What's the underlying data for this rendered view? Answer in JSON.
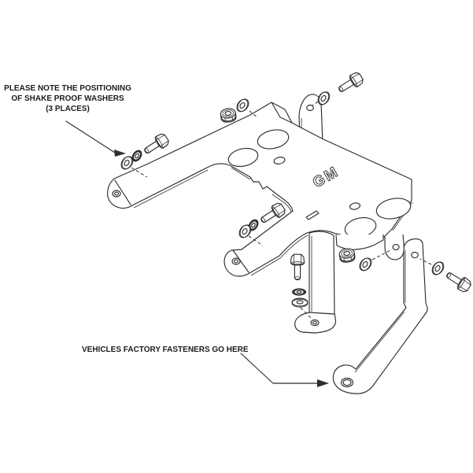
{
  "annotations": {
    "note_washers": {
      "line1": "PLEASE NOTE THE POSITIONING",
      "line2": "OF SHAKE PROOF WASHERS",
      "line3": "(3 PLACES)"
    },
    "note_fasteners": {
      "text": "VEHICLES FACTORY FASTENERS GO HERE"
    }
  },
  "diagram": {
    "logo_text": "GM",
    "line_color": "#2e2e2e",
    "background": "#ffffff",
    "components": [
      "mounting-bracket-plate",
      "left-arm-upper-with-cap",
      "left-arm-lower-with-cap",
      "center-leg-with-foot",
      "right-wall-tab",
      "right-strap-diagonal-brace-foot",
      "top-upright-tab"
    ],
    "fasteners": [
      "hex-bolt",
      "flat-washer",
      "shake-proof-washer",
      "nylock-nut"
    ]
  }
}
